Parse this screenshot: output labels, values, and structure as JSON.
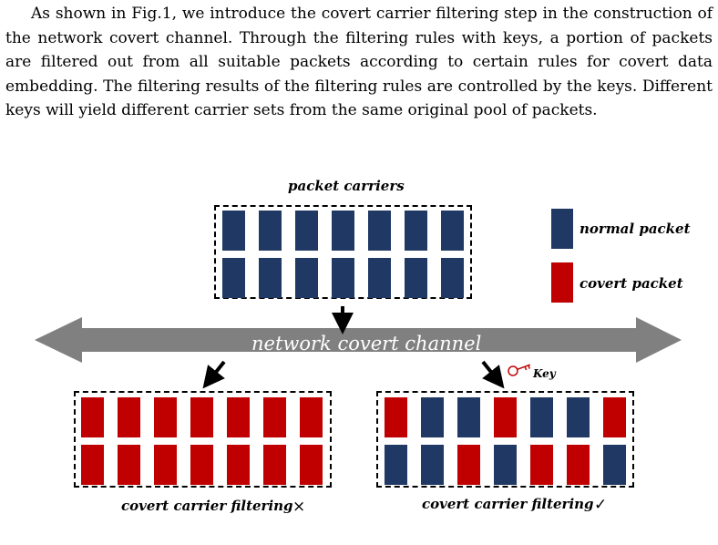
{
  "paragraph": "As shown in Fig.1, we introduce the covert carrier filtering step in the construction of the network covert channel. Through the filtering rules with keys, a portion of packets are filtered out from all suitable packets according to certain rules for covert data embedding. The filtering results of the filtering rules are controlled by the keys. Different keys will yield different carrier sets from the same original pool of packets.",
  "figure": {
    "top_label": "packet carriers",
    "channel_label": "network covert channel",
    "key_label": "Key",
    "legend": {
      "normal": "normal packet",
      "covert": "covert packet",
      "normal_color": "#1f3864",
      "covert_color": "#c00000"
    },
    "left_label": "covert carrier filtering",
    "left_mark": "×",
    "right_label": "covert carrier filtering",
    "right_mark": "✓",
    "top_grid": [
      [
        "n",
        "n",
        "n",
        "n",
        "n",
        "n",
        "n"
      ],
      [
        "n",
        "n",
        "n",
        "n",
        "n",
        "n",
        "n"
      ]
    ],
    "left_grid": [
      [
        "c",
        "c",
        "c",
        "c",
        "c",
        "c",
        "c"
      ],
      [
        "c",
        "c",
        "c",
        "c",
        "c",
        "c",
        "c"
      ]
    ],
    "right_grid": [
      [
        "c",
        "n",
        "n",
        "c",
        "n",
        "n",
        "c"
      ],
      [
        "n",
        "n",
        "c",
        "n",
        "c",
        "c",
        "n"
      ]
    ]
  }
}
